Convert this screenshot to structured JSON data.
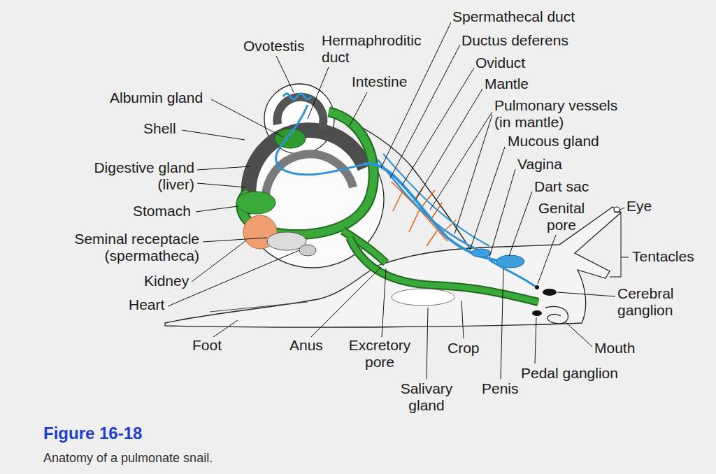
{
  "diagram": {
    "title": "Figure 16-18",
    "caption": "Anatomy of a pulmonate snail.",
    "labels": [
      "Ovotestis",
      "Hermaphroditic duct",
      "Spermathecal duct",
      "Ductus deferens",
      "Intestine",
      "Oviduct",
      "Albumin gland",
      "Mantle",
      "Pulmonary vessels (in mantle)",
      "Shell",
      "Mucous gland",
      "Digestive gland (liver)",
      "Vagina",
      "Dart sac",
      "Eye",
      "Stomach",
      "Genital pore",
      "Seminal receptacle (spermatheca)",
      "Tentacles",
      "Kidney",
      "Cerebral ganglion",
      "Heart",
      "Foot",
      "Anus",
      "Excretory pore",
      "Crop",
      "Mouth",
      "Pedal ganglion",
      "Salivary gland",
      "Penis"
    ]
  }
}
